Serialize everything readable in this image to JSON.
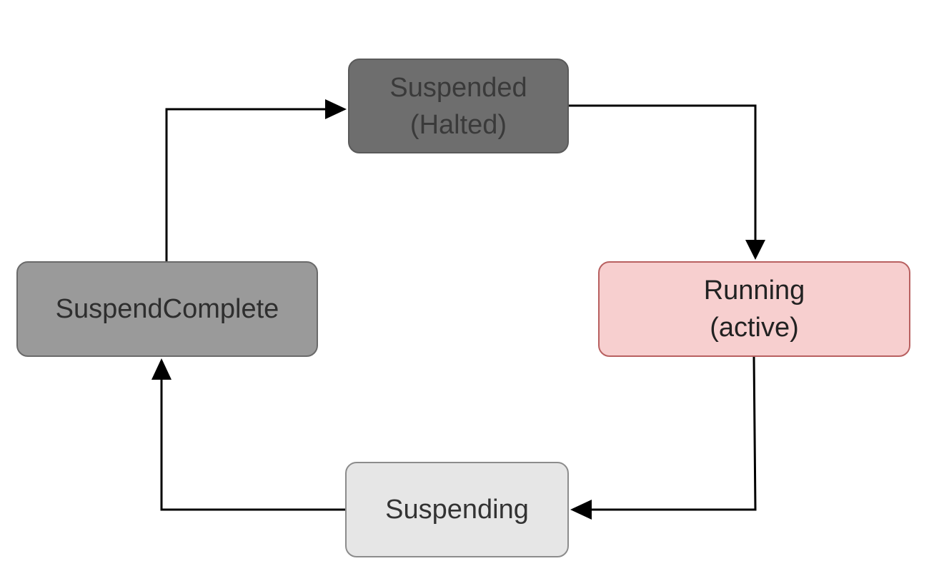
{
  "states": {
    "suspended": {
      "line1": "Suspended",
      "line2": "(Halted)"
    },
    "running": {
      "line1": "Running",
      "line2": "(active)"
    },
    "suspend_complete": {
      "line1": "SuspendComplete"
    },
    "suspending": {
      "line1": "Suspending"
    }
  },
  "transitions": [
    {
      "from": "Suspended (Halted)",
      "to": "Running (active)"
    },
    {
      "from": "Running (active)",
      "to": "Suspending"
    },
    {
      "from": "Suspending",
      "to": "SuspendComplete"
    },
    {
      "from": "SuspendComplete",
      "to": "Suspended (Halted)"
    }
  ],
  "colors": {
    "suspended_fill": "#6e6e6e",
    "running_fill": "#f7cfcf",
    "running_border": "#b86060",
    "suspend_complete_fill": "#9a9a9a",
    "suspending_fill": "#e6e6e6",
    "connector": "#000000"
  }
}
